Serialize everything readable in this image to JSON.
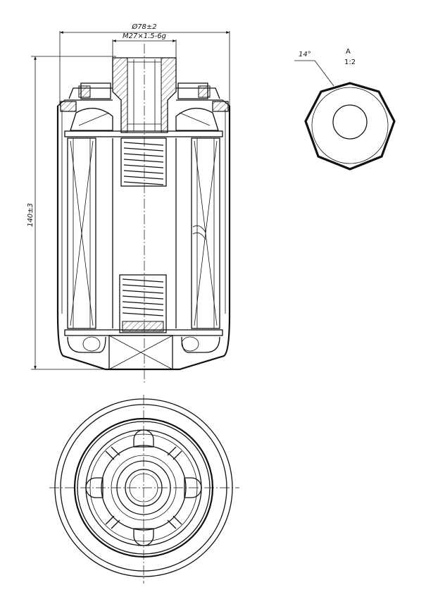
{
  "dimensions": {
    "diameter": "Ø78±2",
    "thread": "M27×1.5-6g",
    "height": "140±3"
  },
  "detail": {
    "angle": "14°",
    "view_label": "A",
    "scale": "1:2"
  }
}
